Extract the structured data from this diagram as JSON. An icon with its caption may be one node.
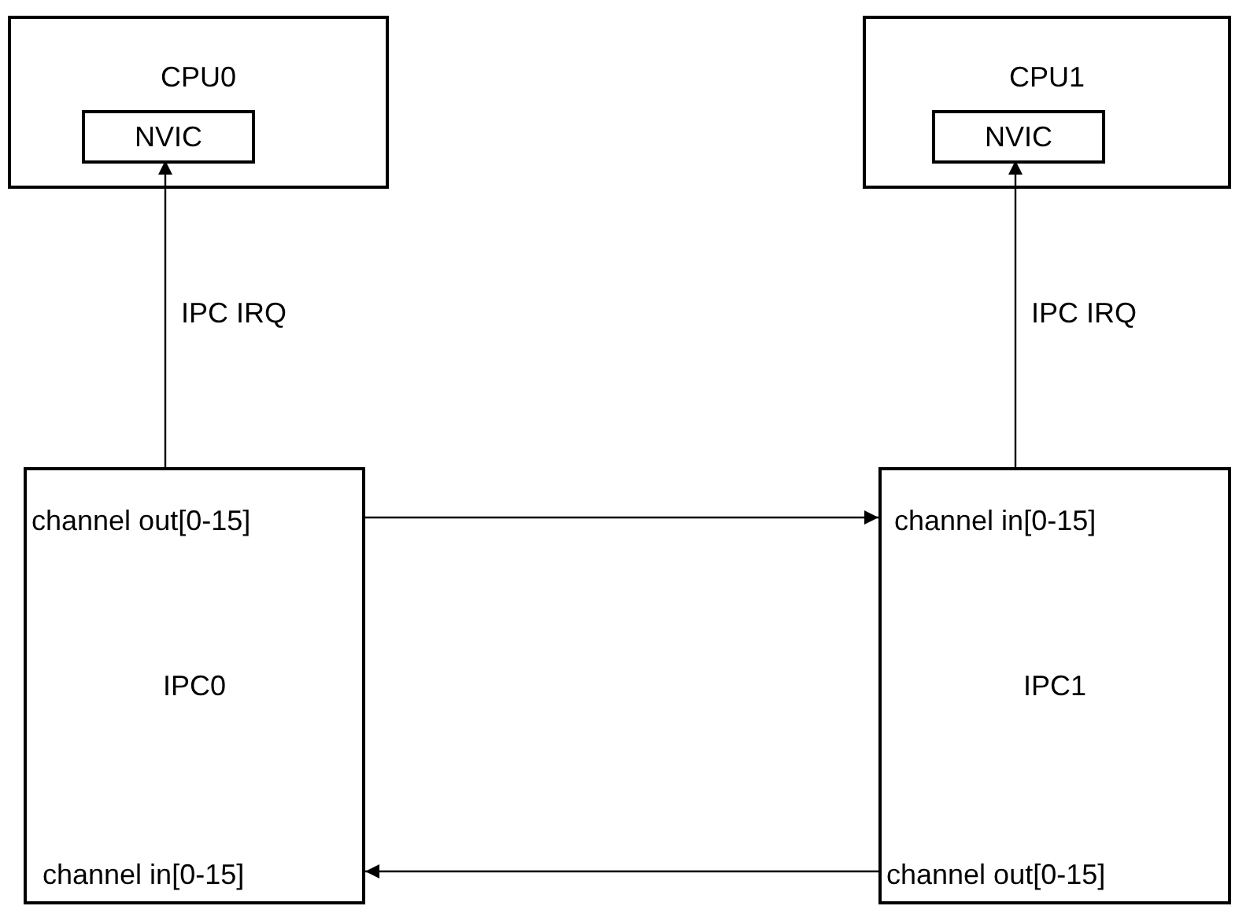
{
  "diagram": {
    "nodes": [
      {
        "text": [
          "CPU0"
        ]
      },
      {
        "text": [
          "NVIC"
        ],
        "in": 0
      },
      {
        "text": [
          "CPU1"
        ]
      },
      {
        "text": [
          "NVIC"
        ],
        "in": 2
      },
      {
        "text": [
          "IPC0"
        ]
      },
      {
        "text": [
          "channel out[0-15]"
        ],
        "in": 4
      },
      {
        "text": [
          "channel in[0-15]"
        ],
        "in": 4
      },
      {
        "text": [
          "IPC1"
        ]
      },
      {
        "text": [
          "channel in[0-15]"
        ],
        "in": 7
      },
      {
        "text": [
          "channel out[0-15]"
        ],
        "in": 7
      }
    ],
    "edges": [
      {
        "from": 4,
        "to": 1,
        "arrow": "to",
        "label": "IPC IRQ"
      },
      {
        "from": 7,
        "to": 3,
        "arrow": "to",
        "label": "IPC IRQ"
      },
      {
        "from": 5,
        "to": 8,
        "arrow": "to"
      },
      {
        "from": 9,
        "to": 6,
        "arrow": "to"
      }
    ]
  }
}
